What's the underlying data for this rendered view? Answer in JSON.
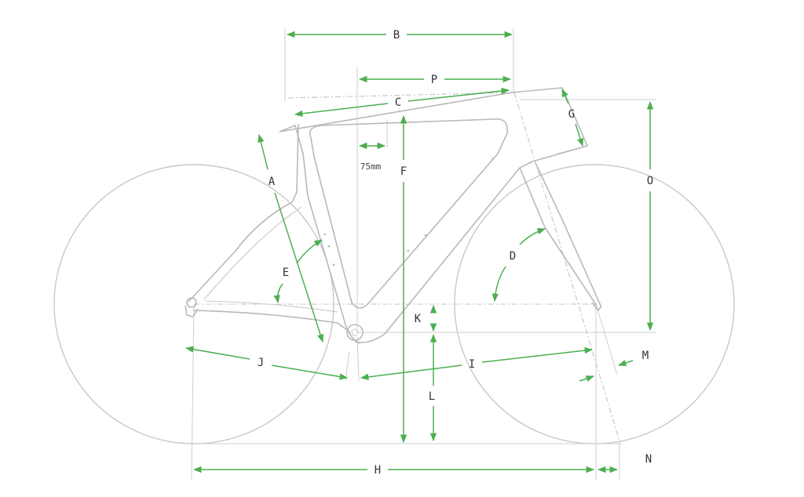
{
  "labels": {
    "A": "A",
    "B": "B",
    "C": "C",
    "D": "D",
    "E": "E",
    "F": "F",
    "G": "G",
    "H": "H",
    "I": "I",
    "J": "J",
    "K": "K",
    "L": "L",
    "M": "M",
    "N": "N",
    "O": "O",
    "P": "P",
    "offset": "75mm"
  },
  "colors": {
    "dimension": "#4caf50",
    "outline": "#c8c8c8",
    "text": "#333333"
  }
}
